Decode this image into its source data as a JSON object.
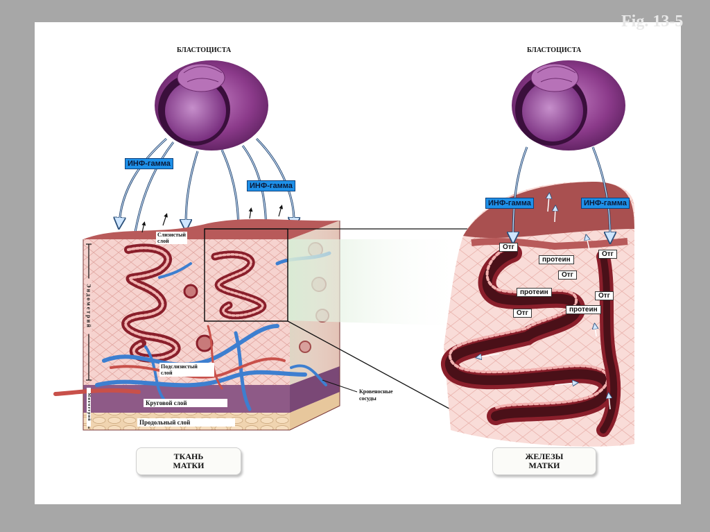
{
  "fig_label": "Fig. 13-5",
  "left": {
    "title": "БЛАСТОЦИСТА",
    "ifn_tags": [
      "ИНФ-гамма",
      "ИНФ-гамма"
    ],
    "mucosa_label_line1": "Слизистый",
    "mucosa_label_line2": "слой",
    "submucosa_label_line1": "Подслизистый",
    "submucosa_label_line2": "слой",
    "circular_layer": "Круговой слой",
    "longitudinal_layer": "Продольный слой",
    "vessels_line1": "Кровеносные",
    "vessels_line2": "сосуды",
    "endometrium_vertical": "Эндометрий",
    "myometrium_vertical": "Миометрий",
    "caption_line1": "ТКАНЬ",
    "caption_line2": "МАТКИ"
  },
  "right": {
    "title": "БЛАСТОЦИСТА",
    "ifn_tags": [
      "ИНФ-гамма",
      "ИНФ-гамма"
    ],
    "otg_label": "Отг",
    "protein_label": "протеин",
    "caption_line1": "ЖЕЛЕЗЫ",
    "caption_line2": "МАТКИ"
  },
  "colors": {
    "background": "#a7a7a7",
    "panel": "#ffffff",
    "blastocyst": "#8b3a8a",
    "tissue": "#f4c9c4",
    "gland": "#8a1f2b",
    "vessel_blue": "#3d7fd0",
    "vessel_red": "#c8504a",
    "ifn_tag": "#1e90e8"
  }
}
